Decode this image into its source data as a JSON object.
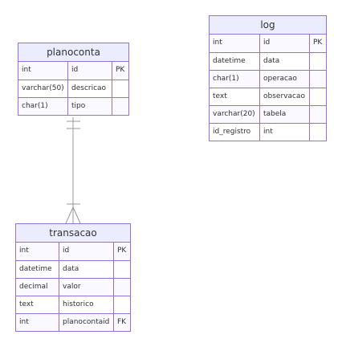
{
  "entities": {
    "planoconta": {
      "name": "planoconta",
      "rows": [
        {
          "type": "int",
          "name": "id",
          "key": "PK"
        },
        {
          "type": "varchar(50)",
          "name": "descricao",
          "key": ""
        },
        {
          "type": "char(1)",
          "name": "tipo",
          "key": ""
        }
      ]
    },
    "log": {
      "name": "log",
      "rows": [
        {
          "type": "int",
          "name": "id",
          "key": "PK"
        },
        {
          "type": "datetime",
          "name": "data",
          "key": ""
        },
        {
          "type": "char(1)",
          "name": "operacao",
          "key": ""
        },
        {
          "type": "text",
          "name": "observacao",
          "key": ""
        },
        {
          "type": "varchar(20)",
          "name": "tabela",
          "key": ""
        },
        {
          "type": "id_registro",
          "name": "int",
          "key": ""
        }
      ]
    },
    "transacao": {
      "name": "transacao",
      "rows": [
        {
          "type": "int",
          "name": "id",
          "key": "PK"
        },
        {
          "type": "datetime",
          "name": "data",
          "key": ""
        },
        {
          "type": "decimal",
          "name": "valor",
          "key": ""
        },
        {
          "type": "text",
          "name": "historico",
          "key": ""
        },
        {
          "type": "int",
          "name": "planocontaid",
          "key": "FK"
        }
      ]
    }
  },
  "colors": {
    "border": "#9370db",
    "header_fill": "#ececff",
    "row_fill": "#f9f9ff",
    "row_fill_alt": "#ffffff",
    "line": "#999999",
    "text": "#333333"
  }
}
